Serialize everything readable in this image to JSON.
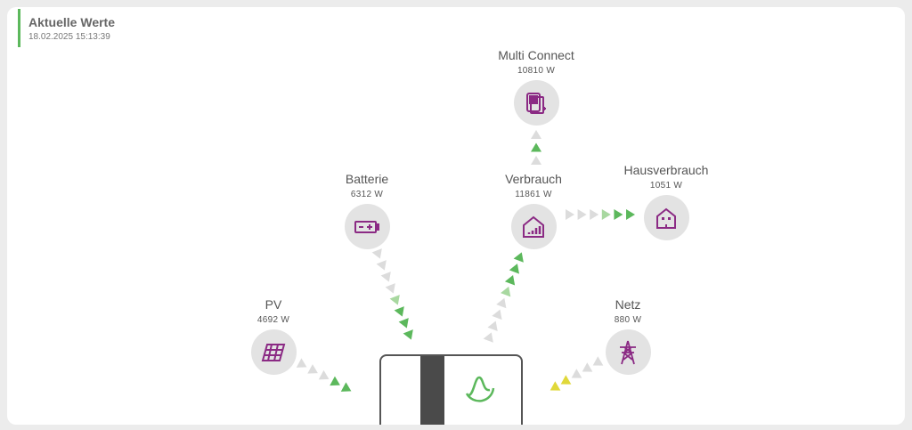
{
  "header": {
    "title": "Aktuelle Werte",
    "timestamp": "18.02.2025 15:13:39"
  },
  "nodes": {
    "multi_connect": {
      "label": "Multi Connect",
      "value": "10810 W",
      "icon": "wallbox-icon"
    },
    "batterie": {
      "label": "Batterie",
      "value": "6312 W",
      "icon": "battery-icon"
    },
    "verbrauch": {
      "label": "Verbrauch",
      "value": "11861 W",
      "icon": "house-chart-icon"
    },
    "hausverbrauch": {
      "label": "Hausverbrauch",
      "value": "1051 W",
      "icon": "house-icon"
    },
    "pv": {
      "label": "PV",
      "value": "4692 W",
      "icon": "solar-panel-icon"
    },
    "netz": {
      "label": "Netz",
      "value": "880 W",
      "icon": "power-pylon-icon"
    }
  },
  "colors": {
    "accent": "#5cb85c",
    "icon": "#8b2a84",
    "flow_gray": "#dcdcdc",
    "flow_light": "#a8d8a0",
    "flow_green": "#5cb85c",
    "flow_yellow": "#e0d83a"
  }
}
